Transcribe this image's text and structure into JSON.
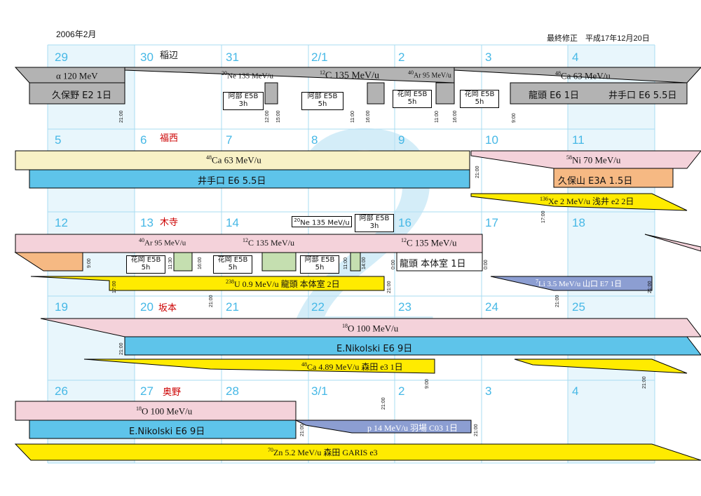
{
  "header": {
    "title": "2006年2月",
    "revision": "最終修正　平成17年12月20日"
  },
  "watermark": "2",
  "weeks": [
    {
      "days": [
        "29",
        "30",
        "31",
        "2/1",
        "2",
        "3",
        "4"
      ],
      "sponsor": "稲辺"
    },
    {
      "days": [
        "5",
        "6",
        "7",
        "8",
        "9",
        "10",
        "11"
      ],
      "sponsor": "福西"
    },
    {
      "days": [
        "12",
        "13",
        "14",
        "15",
        "16",
        "17",
        "18"
      ],
      "sponsor": "木寺"
    },
    {
      "days": [
        "19",
        "20",
        "21",
        "22",
        "23",
        "24",
        "25"
      ],
      "sponsor": "坂本"
    },
    {
      "days": [
        "26",
        "27",
        "28",
        "3/1",
        "2",
        "3",
        "4"
      ],
      "sponsor": "奥野"
    }
  ],
  "beams": {
    "w1_alpha": {
      "iso": "",
      "name": "α 120 MeV"
    },
    "w1_ne": {
      "iso": "20",
      "name": "Ne 135 MeV/u"
    },
    "w1_c": {
      "iso": "12",
      "name": "C 135 MeV/u"
    },
    "w1_ar": {
      "iso": "40",
      "name": "Ar 95 MeV/u"
    },
    "w1_ca": {
      "iso": "48",
      "name": "Ca 63 MeV/u"
    },
    "w2_ca": {
      "iso": "48",
      "name": "Ca 63 MeV/u"
    },
    "w2_ni": {
      "iso": "58",
      "name": "Ni 70 MeV/u"
    },
    "w2_xe": {
      "iso": "136",
      "name": "Xe 2 MeV/u 浅井 e2 2日"
    },
    "w3_ar": {
      "iso": "40",
      "name": "Ar 95 MeV/u"
    },
    "w3_c": {
      "iso": "12",
      "name": "C 135 MeV/u"
    },
    "w3_ne": {
      "iso": "20",
      "name": "Ne 135 MeV/u"
    },
    "w3_c2": {
      "iso": "12",
      "name": "C 135 MeV/u"
    },
    "w3_u": {
      "iso": "238",
      "name": "U 0.9 MeV/u 龍頭 本体室 2日"
    },
    "w3_li": {
      "iso": "7",
      "name": "Li 3.5 MeV/u 山口 E7 1日"
    },
    "w4_o": {
      "iso": "18",
      "name": "O 100 MeV/u"
    },
    "w4_ca": {
      "iso": "48",
      "name": "Ca 4.89 MeV/u 森田 e3 1日"
    },
    "w5_o": {
      "iso": "18",
      "name": "O 100 MeV/u"
    },
    "w5_p": {
      "iso": "",
      "name": "p 14 MeV/u 羽場 C03 1日"
    },
    "w5_zn": {
      "iso": "70",
      "name": "Zn 5.2 MeV/u 森田 GARIS e3"
    }
  },
  "experiments": {
    "w1_kubono": "久保野 E2 1日",
    "w1_ryuto": "龍頭 E6 1日",
    "w1_ideguchi": "井手口 E6 5.5日",
    "w2_ideguchi": "井手口 E6 5.5日",
    "w2_kubono": "久保山 E3A 1.5日",
    "w3_ryuto": "龍頭 本体室 1日",
    "w4_nikolski": "E.Nikolski E6 9日",
    "w5_nikolski": "E.Nikolski E6 9日"
  },
  "boxes": {
    "w1_abe1": [
      "阿部 E5B",
      "3h"
    ],
    "w1_abe2": [
      "阿部 E5B",
      "5h"
    ],
    "w1_hanaoka1": [
      "花岡 E5B",
      "5h"
    ],
    "w1_hanaoka2": [
      "花岡 E5B",
      "5h"
    ],
    "w3_hanaoka1": [
      "花岡 E5B",
      "5h"
    ],
    "w3_hanaoka2": [
      "花岡 E5B",
      "5h"
    ],
    "w3_abe1": [
      "阿部 E5B",
      "5h"
    ],
    "w3_abe2": [
      "阿部 E5B",
      "3h"
    ],
    "w3_ne_box": [
      "Ne 135 MeV/u"
    ]
  },
  "times": {
    "t1": "21:00",
    "t2": "12:00",
    "t3": "15:00",
    "t4": "11:00",
    "t5": "16:00",
    "t6": "11:00",
    "t7": "16:00",
    "t8": "9:00",
    "t9": "21:00",
    "t10": "17:00",
    "t11": "9:00",
    "t12": "11:30",
    "t13": "16:00",
    "t14": "11:00",
    "t15": "14:00",
    "t16": "0:00",
    "t17": "0:00",
    "t18": "17:00",
    "t19": "21:00",
    "t20": "21:00",
    "t21": "21:00",
    "t22": "21:00",
    "t23": "21:00",
    "t24": "9:00",
    "t25": "21:00",
    "t26": "21:00",
    "t27": "21:00",
    "t28": "21:00"
  },
  "colors": {
    "gray": "#b3b3b3",
    "pink": "#f4d2da",
    "cream": "#f8f1c6",
    "blue": "#5ec4ea",
    "orange": "#f6b983",
    "yellow": "#ffeb00",
    "purple": "#8c9ed2",
    "green": "#c5dfb0",
    "day": "#46b8e6"
  }
}
